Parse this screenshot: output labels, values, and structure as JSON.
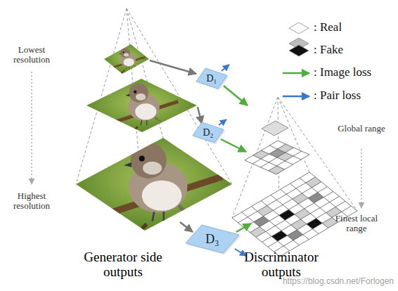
{
  "diagram": {
    "nodes": [
      {
        "text": [
          "D₁"
        ]
      },
      {
        "text": [
          "D₂"
        ]
      },
      {
        "text": [
          "D₃"
        ]
      }
    ],
    "labels": [
      "Lowest resolution",
      "Highest resolution",
      "Global range",
      "Finest local range",
      "Generator side outputs",
      "Discriminator outputs",
      "https://blog.csdn.net/Forlogen"
    ],
    "legend": [
      {
        "text": ": Real",
        "color": "#ffffff"
      },
      {
        "text": ": Fake",
        "color": "#111111"
      },
      {
        "text": ": Image loss"
      },
      {
        "text": ": Pair loss"
      }
    ]
  }
}
